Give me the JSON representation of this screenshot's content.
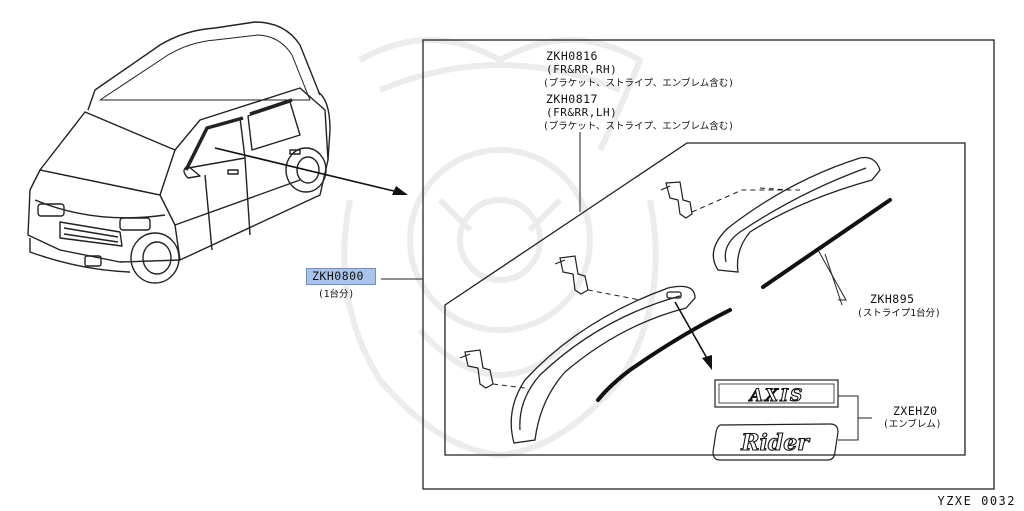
{
  "group": {
    "code": "ZKH0800",
    "qty": "(1台分)"
  },
  "parts": [
    {
      "code": "ZKH0816",
      "side": "(FR&RR,RH)",
      "note": "(ブラケット、ストライプ、エンブレム含む)"
    },
    {
      "code": "ZKH0817",
      "side": "(FR&RR,LH)",
      "note": "(ブラケット、ストライプ、エンブレム含む)"
    }
  ],
  "stripe": {
    "code": "ZKH895",
    "note": "(ストライプ1台分)"
  },
  "emblem": {
    "code": "ZXEHZ0",
    "note": "(エンブレム)",
    "badge1": "AXIS",
    "badge2": "Rider"
  },
  "reference": "YZXE 0032"
}
